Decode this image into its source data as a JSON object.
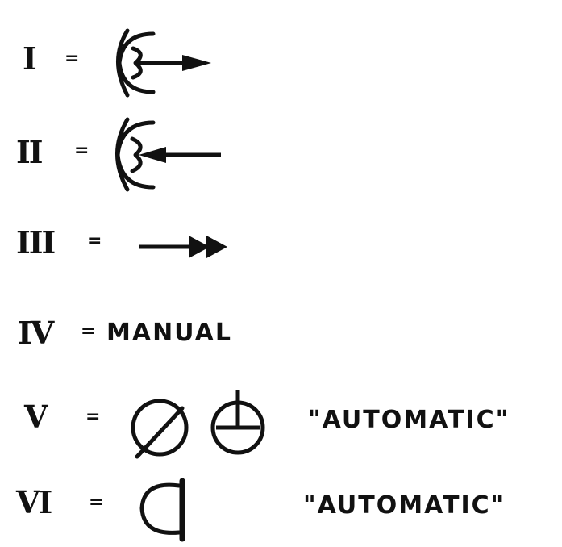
{
  "legend": {
    "rows": [
      {
        "numeral": "I",
        "equals": "=",
        "symbol": "eye-arrow-out-icon"
      },
      {
        "numeral": "II",
        "equals": "=",
        "symbol": "eye-arrow-in-icon"
      },
      {
        "numeral": "III",
        "equals": "=",
        "symbol": "double-arrow-icon"
      },
      {
        "numeral": "IV",
        "equals": "=",
        "label": "MANUAL"
      },
      {
        "numeral": "V",
        "equals": "=",
        "symbols": [
          "slashed-circle-icon",
          "circle-t-icon"
        ],
        "label": "\"AUTOMATIC\""
      },
      {
        "numeral": "VI",
        "equals": "=",
        "symbol": "circle-bar-icon",
        "label": "\"AUTOMATIC\""
      }
    ]
  }
}
